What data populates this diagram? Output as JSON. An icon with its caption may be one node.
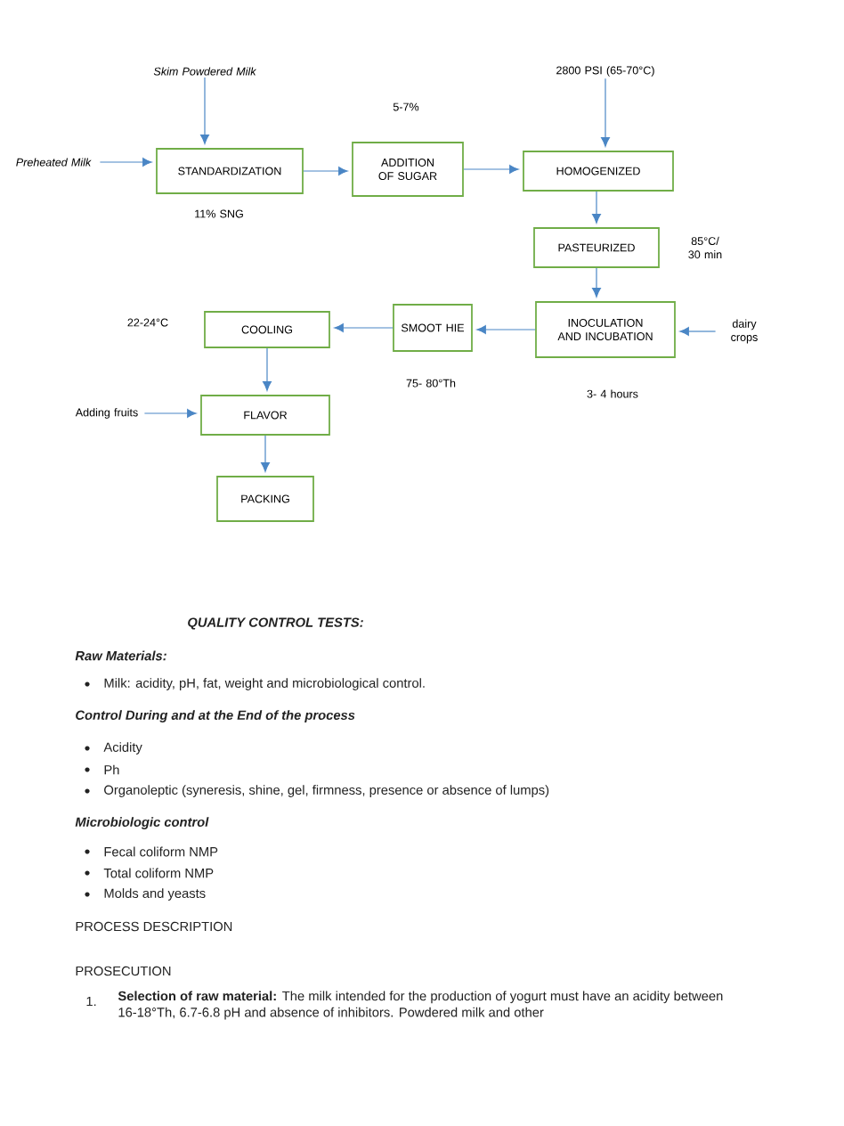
{
  "diagram": {
    "nodes": [
      {
        "text": [
          "Skim Powdered Milk"
        ]
      },
      {
        "text": [
          "Preheated Milk"
        ]
      },
      {
        "text": [
          "STANDARDIZATION"
        ],
        "beside": [
          "11% SNG"
        ]
      },
      {
        "text": [
          "ADDITION OF SUGAR"
        ],
        "beside": [
          "5-7%"
        ]
      },
      {
        "text": [
          "2800 PSI (65-70°C)"
        ]
      },
      {
        "text": [
          "HOMOGENIZED"
        ]
      },
      {
        "text": [
          "PASTEURIZED"
        ],
        "beside": [
          "85°C/ 30 min"
        ]
      },
      {
        "text": [
          "INOCULATION AND INCUBATION"
        ],
        "beside": [
          "3- 4 hours"
        ]
      },
      {
        "text": [
          "dairy crops"
        ]
      },
      {
        "text": [
          "SMOOT HIE"
        ],
        "beside": [
          "75- 80°Th"
        ]
      },
      {
        "text": [
          "COOLING"
        ],
        "beside": [
          "22-24°C"
        ]
      },
      {
        "text": [
          "Adding fruits"
        ]
      },
      {
        "text": [
          "FLAVOR"
        ]
      },
      {
        "text": [
          "PACKING"
        ]
      }
    ],
    "edges": [
      {
        "from": 0,
        "to": 2,
        "arrow": "to"
      },
      {
        "from": 1,
        "to": 2,
        "arrow": "to"
      },
      {
        "from": 2,
        "to": 3,
        "arrow": "to"
      },
      {
        "from": 3,
        "to": 5,
        "arrow": "to"
      },
      {
        "from": 4,
        "to": 5,
        "arrow": "to"
      },
      {
        "from": 5,
        "to": 6,
        "arrow": "to"
      },
      {
        "from": 6,
        "to": 7,
        "arrow": "to"
      },
      {
        "from": 8,
        "to": 7,
        "arrow": "to"
      },
      {
        "from": 7,
        "to": 9,
        "arrow": "to"
      },
      {
        "from": 9,
        "to": 10,
        "arrow": "to"
      },
      {
        "from": 10,
        "to": 12,
        "arrow": "to"
      },
      {
        "from": 11,
        "to": 12,
        "arrow": "to"
      },
      {
        "from": 12,
        "to": 13,
        "arrow": "to"
      }
    ],
    "labels": [
      "QUALITY CONTROL TESTS:",
      "Raw Materials:",
      "Milk: acidity, pH, fat, weight and microbiological control.",
      "Control During and at the End of the process",
      "Acidity",
      "Ph",
      "Organoleptic (syneresis, shine, gel, firmness, presence or absence of lumps)",
      "Microbiologic control",
      "Fecal coliform NMP",
      "Total coliform NMP",
      "Molds and yeasts",
      "PROCESS DESCRIPTION",
      "PROSECUTION",
      "1.",
      "**Selection of raw material:** The milk intended for the production of yogurt must have an acidity between 16-18°Th, 6.7-6.8 pH and absence of inhibitors. Powdered milk and other"
    ]
  }
}
